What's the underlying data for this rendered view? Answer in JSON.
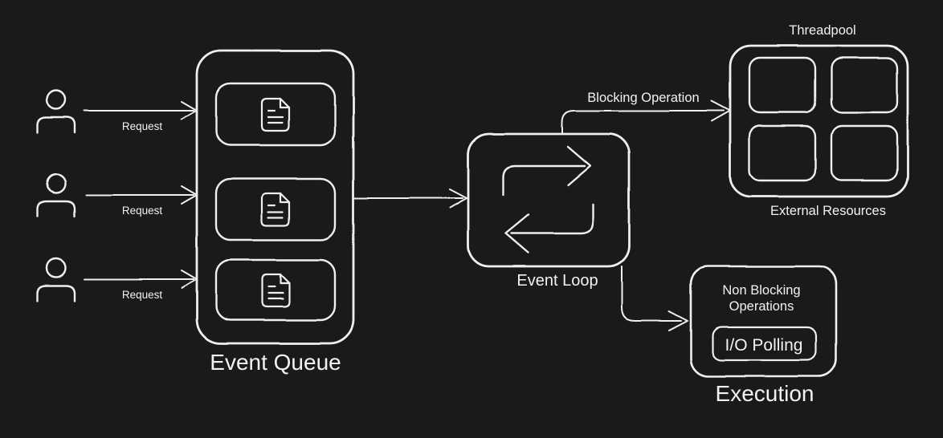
{
  "canvas": {
    "background_color": "#1a1a1a",
    "ink_color": "#efefef"
  },
  "clients": [
    {
      "request_label": "Request"
    },
    {
      "request_label": "Request"
    },
    {
      "request_label": "Request"
    }
  ],
  "event_queue": {
    "title": "Event Queue",
    "queued_items": 3
  },
  "event_loop": {
    "title": "Event Loop"
  },
  "blocking_arrow": {
    "label": "Blocking Operation"
  },
  "threadpool": {
    "title": "Threadpool",
    "caption": "External Resources",
    "slots": 4
  },
  "execution": {
    "title": "Execution",
    "note_line1": "Non Blocking",
    "note_line2": "Operations",
    "io_polling_label": "I/O Polling"
  }
}
